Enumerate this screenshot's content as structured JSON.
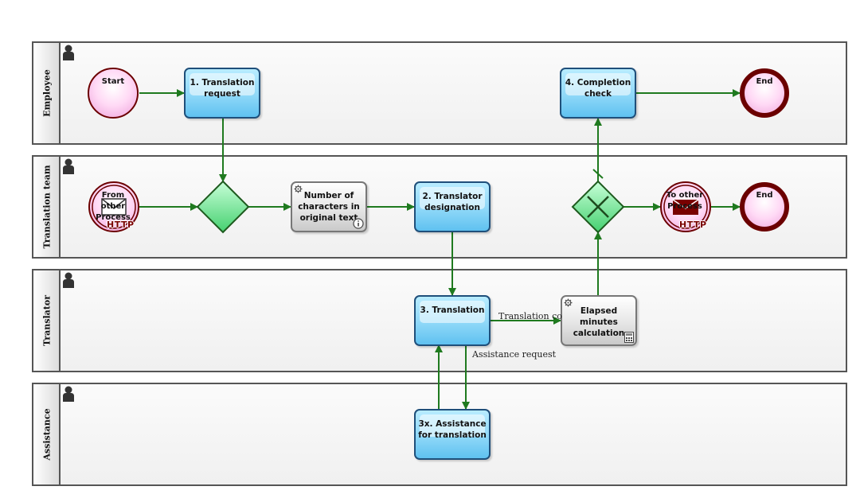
{
  "lanes": {
    "employee": "Employee",
    "translation_team": "Translation team",
    "translator": "Translator",
    "assistance": "Assistance"
  },
  "events": {
    "start": "Start",
    "end_employee": "End",
    "end_team": "End",
    "from_other_line1": "From",
    "from_other_line2": "other",
    "from_other_line3": "Process",
    "to_other_line1": "To other",
    "to_other_line2": "Process",
    "http_in": "HTTP",
    "http_out": "HTTP"
  },
  "tasks": {
    "translation_request_1": "1. Translation",
    "translation_request_2": "request",
    "completion_check_1": "4. Completion",
    "completion_check_2": "check",
    "translator_designation_1": "2. Translator",
    "translator_designation_2": "designation",
    "translation": "3. Translation",
    "assistance_1": "3x. Assistance",
    "assistance_2": "for translation"
  },
  "services": {
    "char_count_1": "Number of",
    "char_count_2": "characters in",
    "char_count_3": "original text",
    "elapsed_1": "Elapsed",
    "elapsed_2": "minutes",
    "elapsed_3": "calculation"
  },
  "flows": {
    "translation_complete": "Translation co",
    "assistance_request": "Assistance request"
  },
  "colors": {
    "lane_border": "#555555",
    "task_fill": "#8fd8f8",
    "task_border": "#1f4f7a",
    "event_fill": "#ffd6f4",
    "event_border": "#6b0000",
    "gateway_fill": "#7ee8a0",
    "gateway_border": "#1e5a1e",
    "flow": "#1f7a1f"
  }
}
